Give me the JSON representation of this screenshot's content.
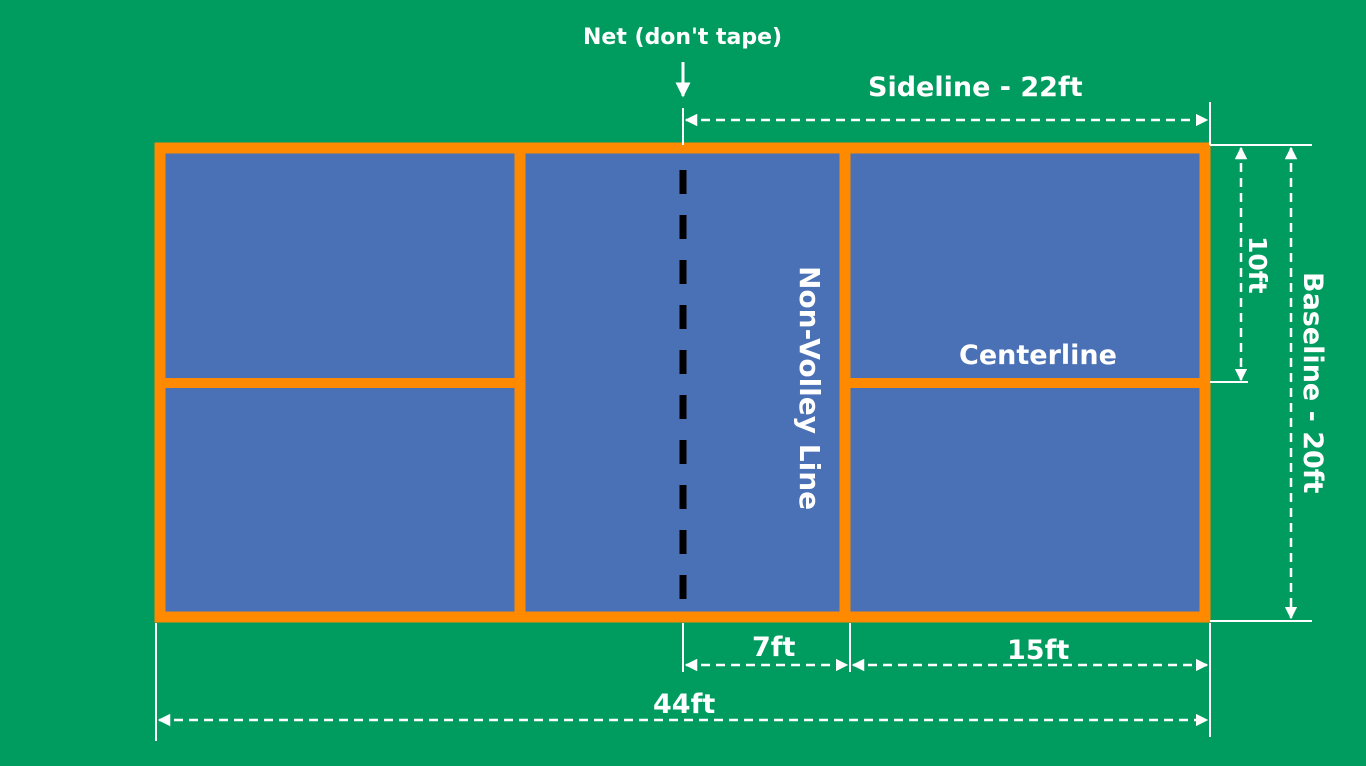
{
  "diagram": {
    "net_label": "Net (don't tape)",
    "sideline_label": "Sideline - 22ft",
    "baseline_label": "Baseline - 20ft",
    "half_width_label": "10ft",
    "centerline_label": "Centerline",
    "non_volley_label": "Non-Volley Line",
    "kitchen_label": "7ft",
    "service_label": "15ft",
    "total_length_label": "44ft"
  },
  "colors": {
    "background": "#009C5F",
    "court": "#4A70B5",
    "lines": "#FF8A00",
    "net": "#000000",
    "text": "#FFFFFF"
  }
}
